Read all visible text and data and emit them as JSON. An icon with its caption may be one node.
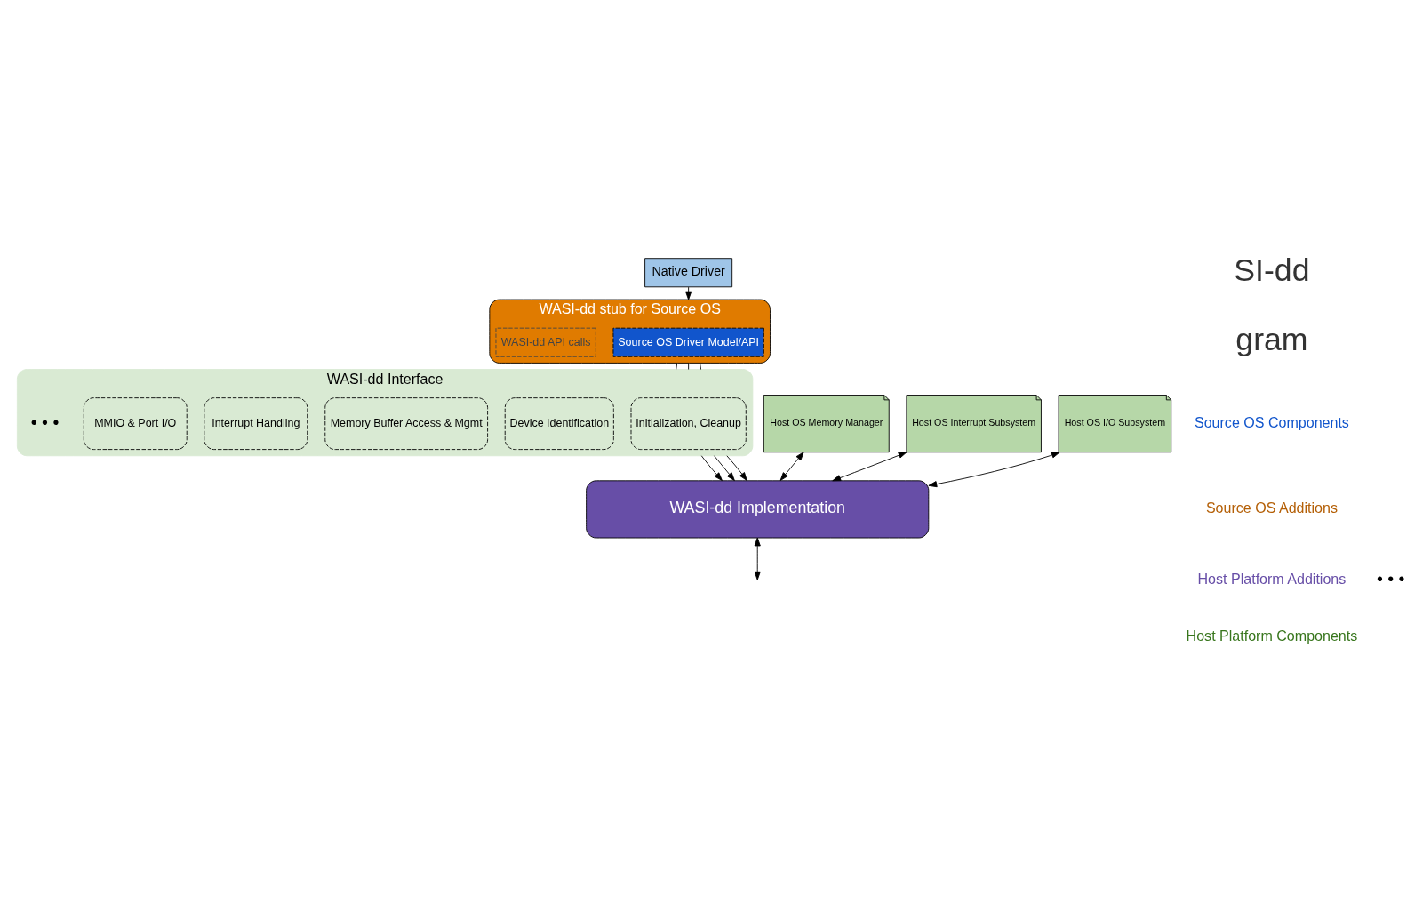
{
  "diagram": {
    "nodes": [
      {
        "text": [
          "Native Driver"
        ]
      },
      {
        "text": [
          "WASI-dd stub for Source OS"
        ]
      },
      {
        "text": [
          "Source OS Driver Model/API"
        ],
        "in": 1
      },
      {
        "text": [
          "WASI-dd API calls"
        ],
        "in": 1
      },
      {
        "text": [
          "WASI-dd Interface"
        ]
      },
      {
        "text": [
          "Initialization, Cleanup"
        ],
        "in": 4
      },
      {
        "text": [
          "Device Identification"
        ],
        "in": 4
      },
      {
        "text": [
          "Memory Buffer Access & Mgmt"
        ],
        "in": 4
      },
      {
        "text": [
          "Interrupt Handling"
        ],
        "in": 4
      },
      {
        "text": [
          "MMIO & Port I/O"
        ],
        "in": 4
      },
      {
        "text": [
          "WASI-dd Implementation"
        ]
      },
      {
        "text": [
          "Host OS Memory Manager"
        ]
      },
      {
        "text": [
          "Host OS Interrupt Subsystem"
        ]
      },
      {
        "text": [
          "Host OS I/O Subsystem"
        ]
      }
    ],
    "edges": [
      {
        "from": 0,
        "to": 1,
        "arrow": "to"
      },
      {
        "from": 1,
        "to": 4,
        "arrow": "none"
      },
      {
        "from": 1,
        "to": 4,
        "arrow": "none"
      },
      {
        "from": 1,
        "to": 4,
        "arrow": "none"
      },
      {
        "from": 4,
        "to": 10,
        "arrow": "to"
      },
      {
        "from": 4,
        "to": 10,
        "arrow": "to"
      },
      {
        "from": 4,
        "to": 10,
        "arrow": "to"
      },
      {
        "from": 11,
        "to": 10,
        "arrow": "both"
      },
      {
        "from": 12,
        "to": 10,
        "arrow": "both"
      },
      {
        "from": 13,
        "to": 10,
        "arrow": "both"
      },
      {
        "from": 10,
        "to": null,
        "arrow": "both"
      }
    ],
    "labels": [
      "SI-dd",
      "gram",
      "Source OS Components",
      "Source OS Additions",
      "Host Platform Additions",
      "Host Platform Components",
      "• • •",
      "• • •"
    ]
  }
}
